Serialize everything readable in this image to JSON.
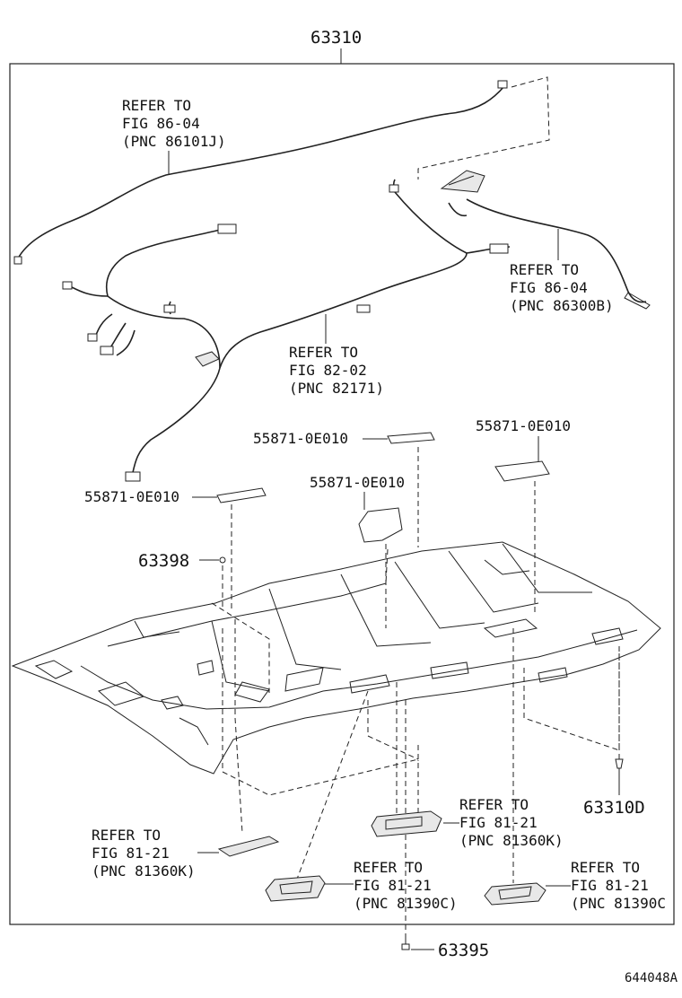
{
  "diagram": {
    "assembly_part_no": "63310",
    "figure_code": "644048A",
    "labels": {
      "wire_86101j": [
        "REFER TO",
        "FIG 86-04",
        "(PNC 86101J)"
      ],
      "wire_86300b": [
        "REFER TO",
        "FIG 86-04",
        "(PNC 86300B)"
      ],
      "wire_82171": [
        "REFER TO",
        "FIG 82-02",
        "(PNC 82171)"
      ],
      "lamp_81360k_left": [
        "REFER TO",
        "FIG 81-21",
        "(PNC 81360K)"
      ],
      "lamp_81360k_right": [
        "REFER TO",
        "FIG 81-21",
        "(PNC 81360K)"
      ],
      "lamp_81390c_left": [
        "REFER TO",
        "FIG 81-21",
        "(PNC 81390C)"
      ],
      "lamp_81390c_right": [
        "REFER TO",
        "FIG 81-21",
        "(PNC 81390C"
      ]
    },
    "parts": {
      "register_top_center": "55871-0E010",
      "register_top_right": "55871-0E010",
      "register_left": "55871-0E010",
      "register_center": "55871-0E010",
      "clip": "63398",
      "screw_right": "63310D",
      "screw_bottom": "63395"
    }
  }
}
